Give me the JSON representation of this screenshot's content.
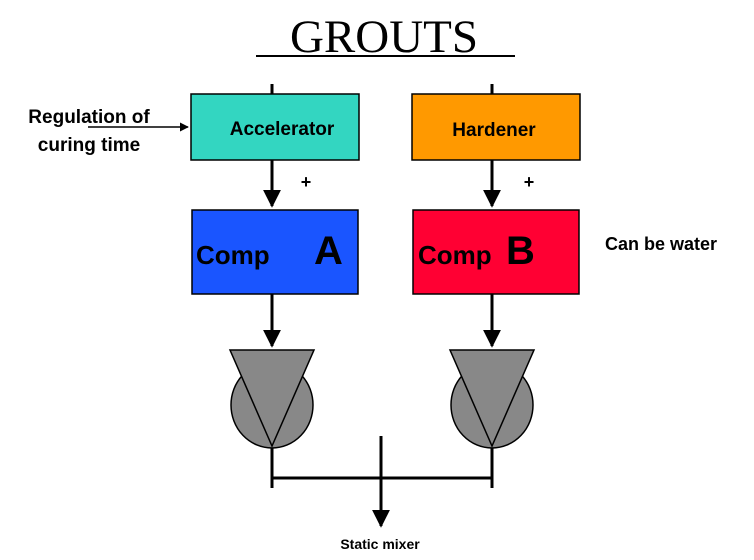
{
  "title": "GROUTS",
  "boxes": {
    "accelerator": {
      "label": "Accelerator",
      "color": "#33d6c1"
    },
    "hardener": {
      "label": "Hardener",
      "color": "#ff9900"
    },
    "comp_a": {
      "prefix": "Comp",
      "letter": "A",
      "color": "#1a55ff"
    },
    "comp_b": {
      "prefix": "Comp",
      "letter": "B",
      "color": "#ff0033"
    }
  },
  "plus_left": "+",
  "plus_right": "+",
  "regulation": {
    "line1": "Regulation of",
    "line2": "curing time"
  },
  "can_be_water": "Can be water",
  "static_mixer": "Static mixer",
  "pump_color": "#888888"
}
